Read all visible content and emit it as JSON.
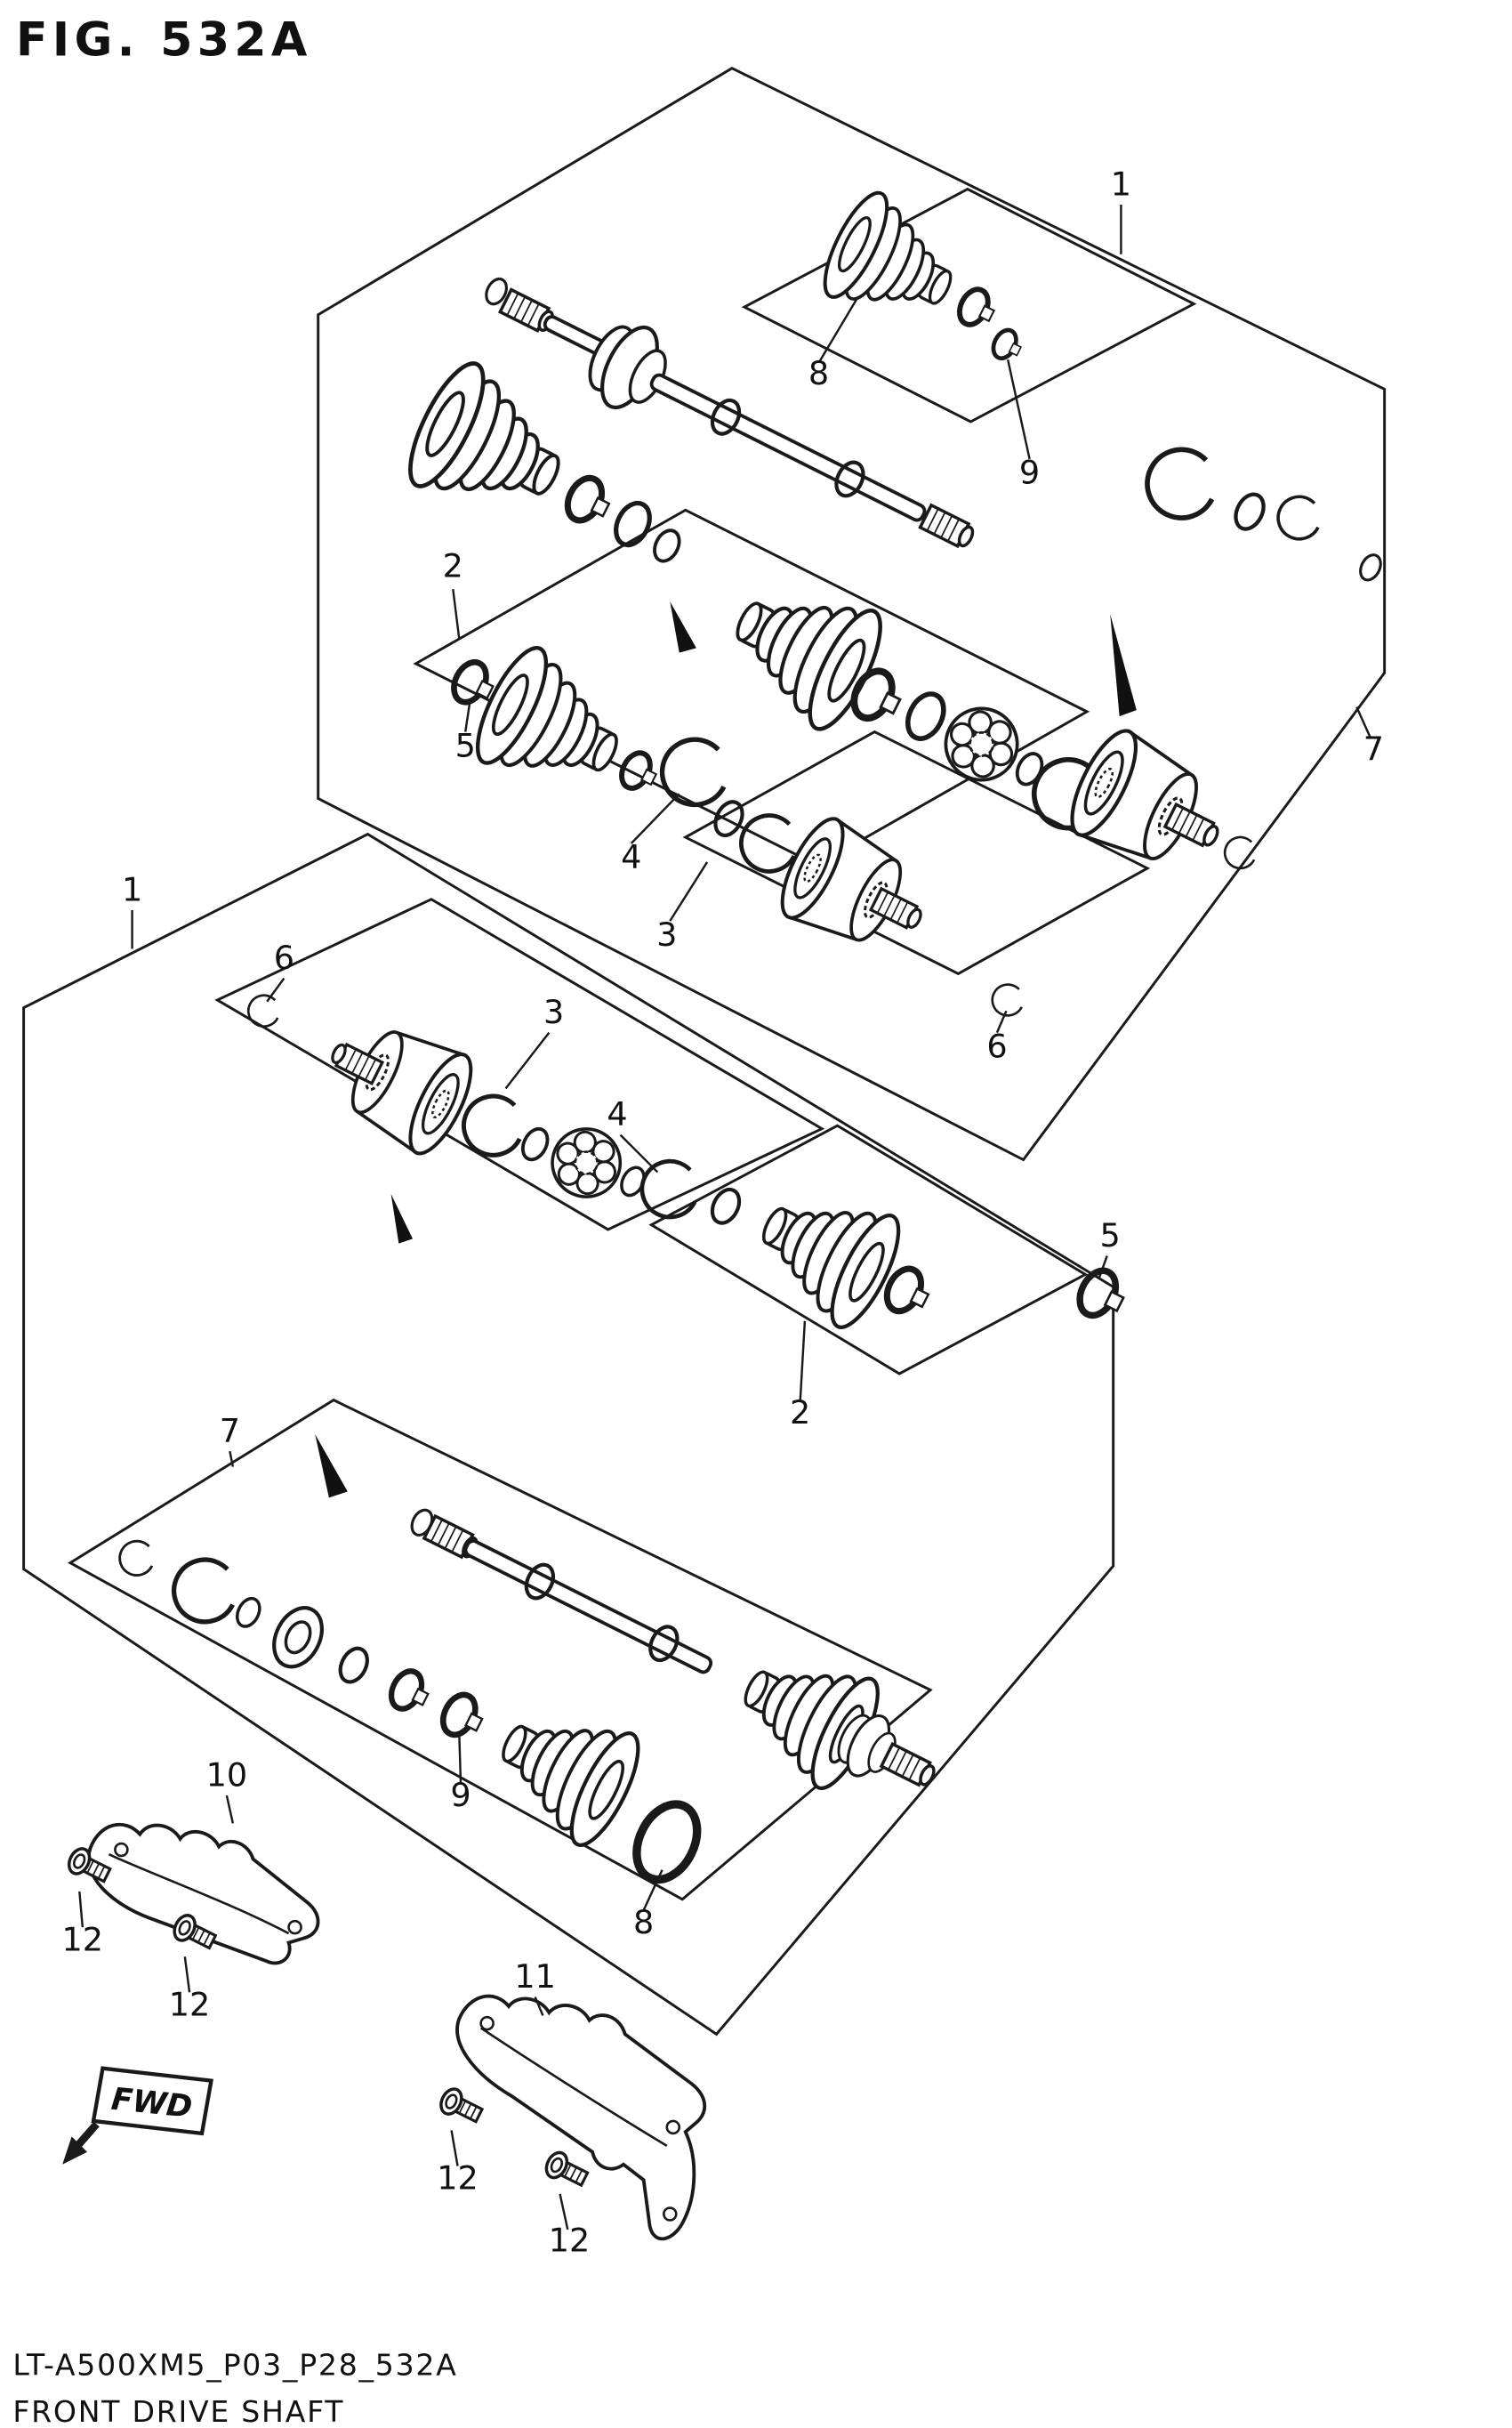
{
  "figure": {
    "title": "FIG. 532A",
    "part_code": "LT-A500XM5_P03_P28_532A",
    "caption": "FRONT DRIVE SHAFT",
    "fwd_label": "FWD"
  },
  "colors": {
    "line": "#1a1a1a",
    "background": "#ffffff"
  },
  "callouts": [
    {
      "id": "1-upper",
      "label": "1"
    },
    {
      "id": "8-upper",
      "label": "8"
    },
    {
      "id": "9-upper",
      "label": "9"
    },
    {
      "id": "7-upper",
      "label": "7"
    },
    {
      "id": "2-upper",
      "label": "2"
    },
    {
      "id": "5-upper",
      "label": "5"
    },
    {
      "id": "4-upper",
      "label": "4"
    },
    {
      "id": "3-upper",
      "label": "3"
    },
    {
      "id": "6-upper",
      "label": "6"
    },
    {
      "id": "6-lower",
      "label": "6"
    },
    {
      "id": "1-lower",
      "label": "1"
    },
    {
      "id": "3-lower",
      "label": "3"
    },
    {
      "id": "4-lower",
      "label": "4"
    },
    {
      "id": "5-lower",
      "label": "5"
    },
    {
      "id": "2-lower",
      "label": "2"
    },
    {
      "id": "7-lower",
      "label": "7"
    },
    {
      "id": "9-lower",
      "label": "9"
    },
    {
      "id": "8-lower",
      "label": "8"
    },
    {
      "id": "10",
      "label": "10"
    },
    {
      "id": "11",
      "label": "11"
    },
    {
      "id": "12-a",
      "label": "12"
    },
    {
      "id": "12-b",
      "label": "12"
    },
    {
      "id": "12-c",
      "label": "12"
    },
    {
      "id": "12-d",
      "label": "12"
    }
  ]
}
